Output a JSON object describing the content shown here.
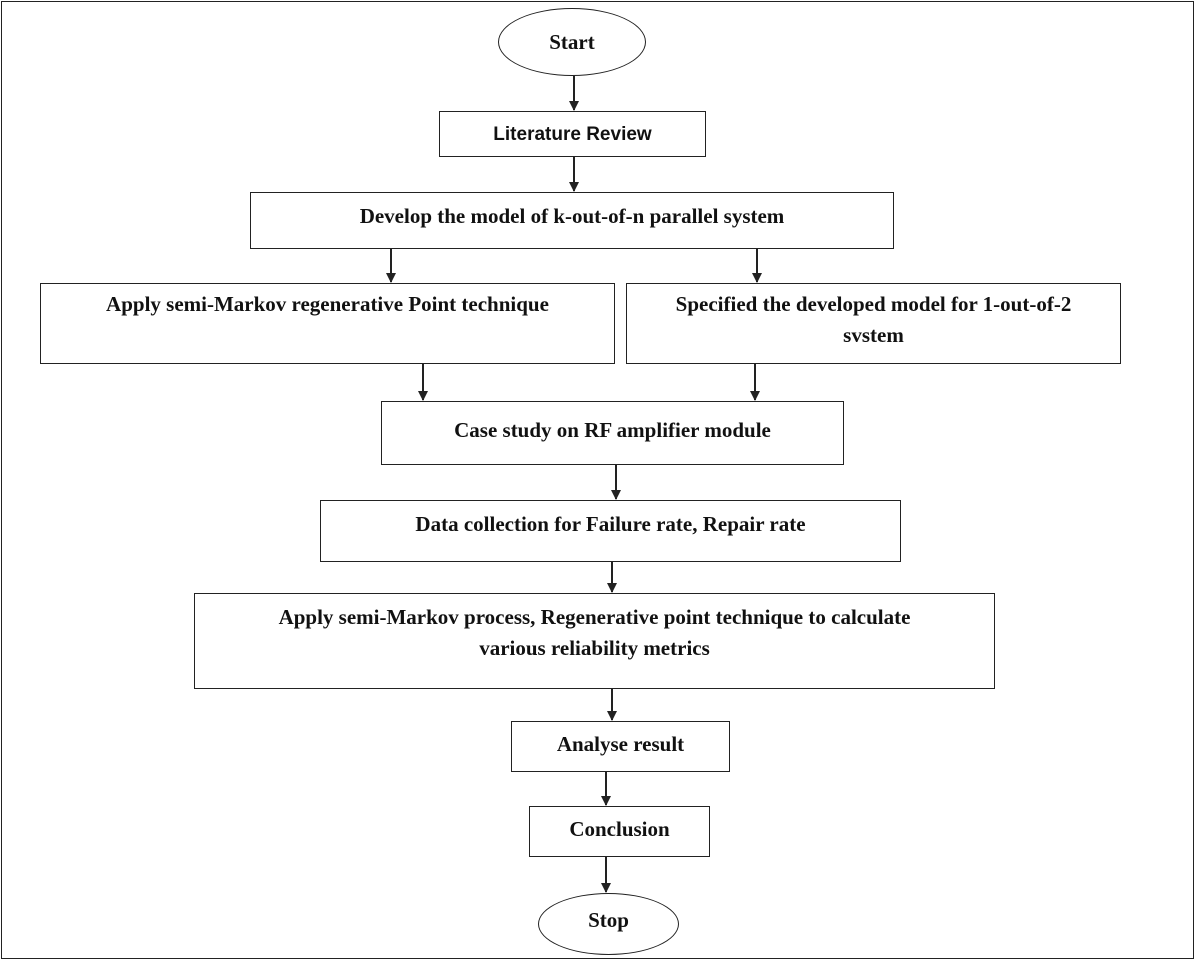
{
  "flowchart": {
    "start": "Start",
    "literature_review": "Literature Review",
    "develop_model": "Develop the model of k-out-of-n parallel system",
    "apply_semi_markov_left": "Apply semi-Markov regenerative Point technique",
    "specified_model_right": "Specified the developed model for 1-out-of-2 svstem",
    "case_study": "Case study on RF amplifier module",
    "data_collection": "Data collection for Failure rate, Repair rate",
    "apply_semi_markov_process": "Apply semi-Markov process, Regenerative point technique to calculate various reliability metrics",
    "analyse_result": "Analyse result",
    "conclusion": "Conclusion",
    "stop": "Stop"
  }
}
